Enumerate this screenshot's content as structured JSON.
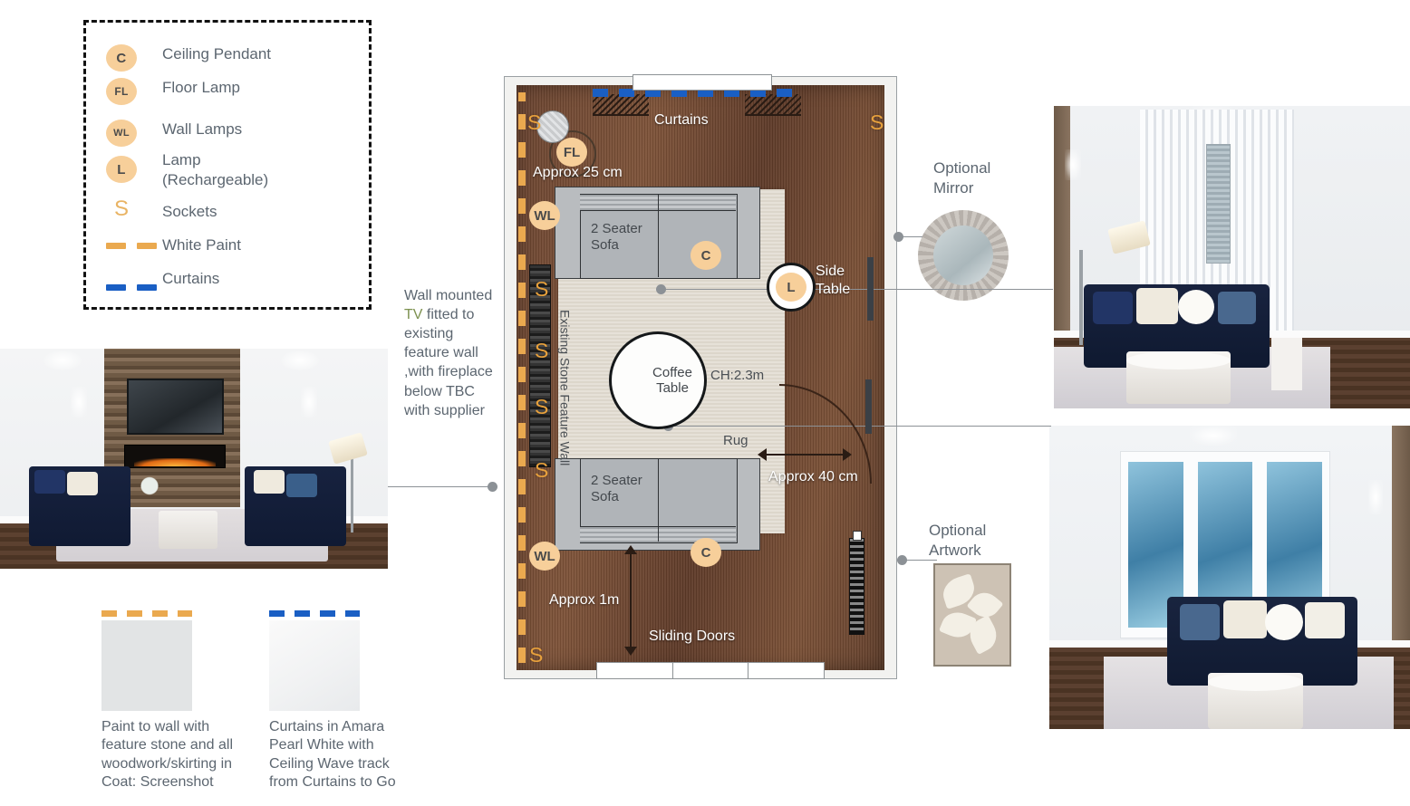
{
  "legend": {
    "items": [
      {
        "icon": "ceiling-pendant-badge",
        "code": "C",
        "label": "Ceiling Pendant"
      },
      {
        "icon": "floor-lamp-badge",
        "code": "FL",
        "label": "Floor Lamp"
      },
      {
        "icon": "wall-lamps-badge",
        "code": "WL",
        "label": "Wall Lamps"
      },
      {
        "icon": "lamp-badge",
        "code": "L",
        "label": "Lamp\n(Rechargeable)"
      },
      {
        "icon": "socket-symbol",
        "code": "S",
        "label": "Sockets"
      },
      {
        "icon": "white-paint-dash",
        "code": "",
        "label": "White Paint"
      },
      {
        "icon": "curtains-dash",
        "code": "",
        "label": "Curtains"
      }
    ],
    "lamp_label_line1": "Lamp",
    "lamp_label_line2": "(Rechargeable)"
  },
  "plan": {
    "curtains_label": "Curtains",
    "sliding_doors_label": "Sliding Doors",
    "feature_wall_label": "Existing Stone Feature Wall",
    "ceiling_height": "CH:2.3m",
    "rug_label": "Rug",
    "side_table_label": "Side Table",
    "side_table_line1": "Side",
    "side_table_line2": "Table",
    "coffee_table_line1": "Coffee",
    "coffee_table_line2": "Table",
    "sofa_top_line1": "2 Seater",
    "sofa_top_line2": "Sofa",
    "sofa_bottom_line1": "2 Seater",
    "sofa_bottom_line2": "Sofa",
    "dim_floor_lamp": "Approx 25 cm",
    "dim_door_clearance": "Approx 40 cm",
    "dim_walkway": "Approx 1m",
    "badges": {
      "ceiling_pendant": "C",
      "floor_lamp": "FL",
      "wall_lamp": "WL",
      "lamp": "L",
      "socket": "S"
    }
  },
  "notes": {
    "tv_note_part1": "Wall mounted ",
    "tv_note_highlight": "TV",
    "tv_note_part2": " fitted to existing feature wall ,with fireplace below TBC with supplier"
  },
  "callouts": {
    "mirror_line1": "Optional",
    "mirror_line2": "Mirror",
    "artwork_line1": "Optional",
    "artwork_line2": "Artwork"
  },
  "swatches": [
    {
      "name": "paint-swatch",
      "caption": "Paint to wall with feature stone and all woodwork/skirting in Coat: Screenshot"
    },
    {
      "name": "curtain-swatch",
      "caption": "Curtains in Amara Pearl White with Ceiling Wave track from Curtains to Go"
    }
  ],
  "colors": {
    "badge_fill": "#f7cf9a",
    "socket_orange": "#e8a13c",
    "white_paint_dash": "#eaa94f",
    "curtain_dash_blue": "#1a5fc4",
    "text_grey": "#5c6670",
    "tv_highlight_green": "#7d9150",
    "floor_wood": "#6b4430",
    "sofa_navy": "#17223f"
  }
}
